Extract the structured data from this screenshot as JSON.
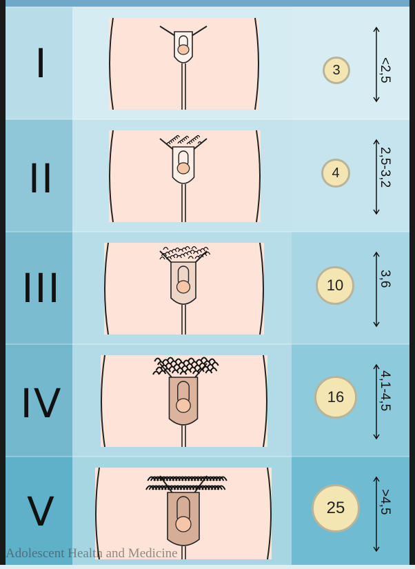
{
  "colors": {
    "skin": "#fde3d8",
    "outline": "#222222",
    "band_dark": "#6fb5cc",
    "band_light": "#c4e3ec",
    "bubble_fill": "#f3e6b3",
    "bubble_border": "#b8b49a"
  },
  "stages": [
    {
      "label": "I",
      "volume": "3",
      "length": "<2,5",
      "hair": 0,
      "scrotum": "#fcf2ec"
    },
    {
      "label": "II",
      "volume": "4",
      "length": "2,5-3,2",
      "hair": 1,
      "scrotum": "#fbefe8"
    },
    {
      "label": "III",
      "volume": "10",
      "length": "3,6",
      "hair": 2,
      "scrotum": "#eed7c8"
    },
    {
      "label": "IV",
      "volume": "16",
      "length": "4,1-4,5",
      "hair": 3,
      "scrotum": "#dcb49e"
    },
    {
      "label": "V",
      "volume": "25",
      "length": ">4,5",
      "hair": 4,
      "scrotum": "#d6ad96"
    }
  ],
  "watermark": "Adolescent Health and Medicine"
}
